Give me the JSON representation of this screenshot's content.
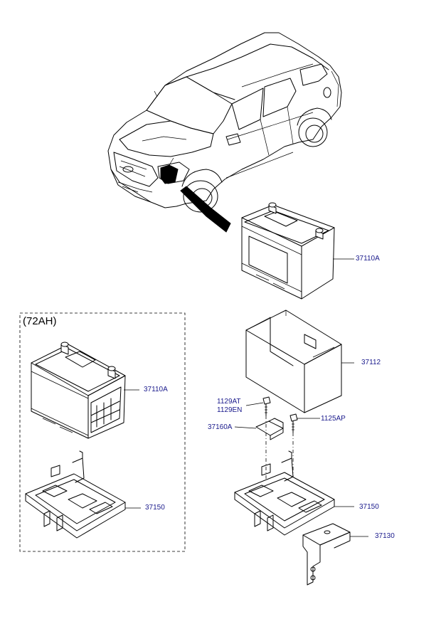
{
  "diagram": {
    "box_title": "(72AH)",
    "parts": {
      "battery_main": "37110A",
      "tray_cover": "37112",
      "bolt_1": "1129AT",
      "bolt_2": "1129EN",
      "bolt_3": "1125AP",
      "clamp": "37160A",
      "tray_main": "37150",
      "bracket": "37130",
      "battery_72ah": "37110A",
      "tray_72ah": "37150"
    }
  }
}
